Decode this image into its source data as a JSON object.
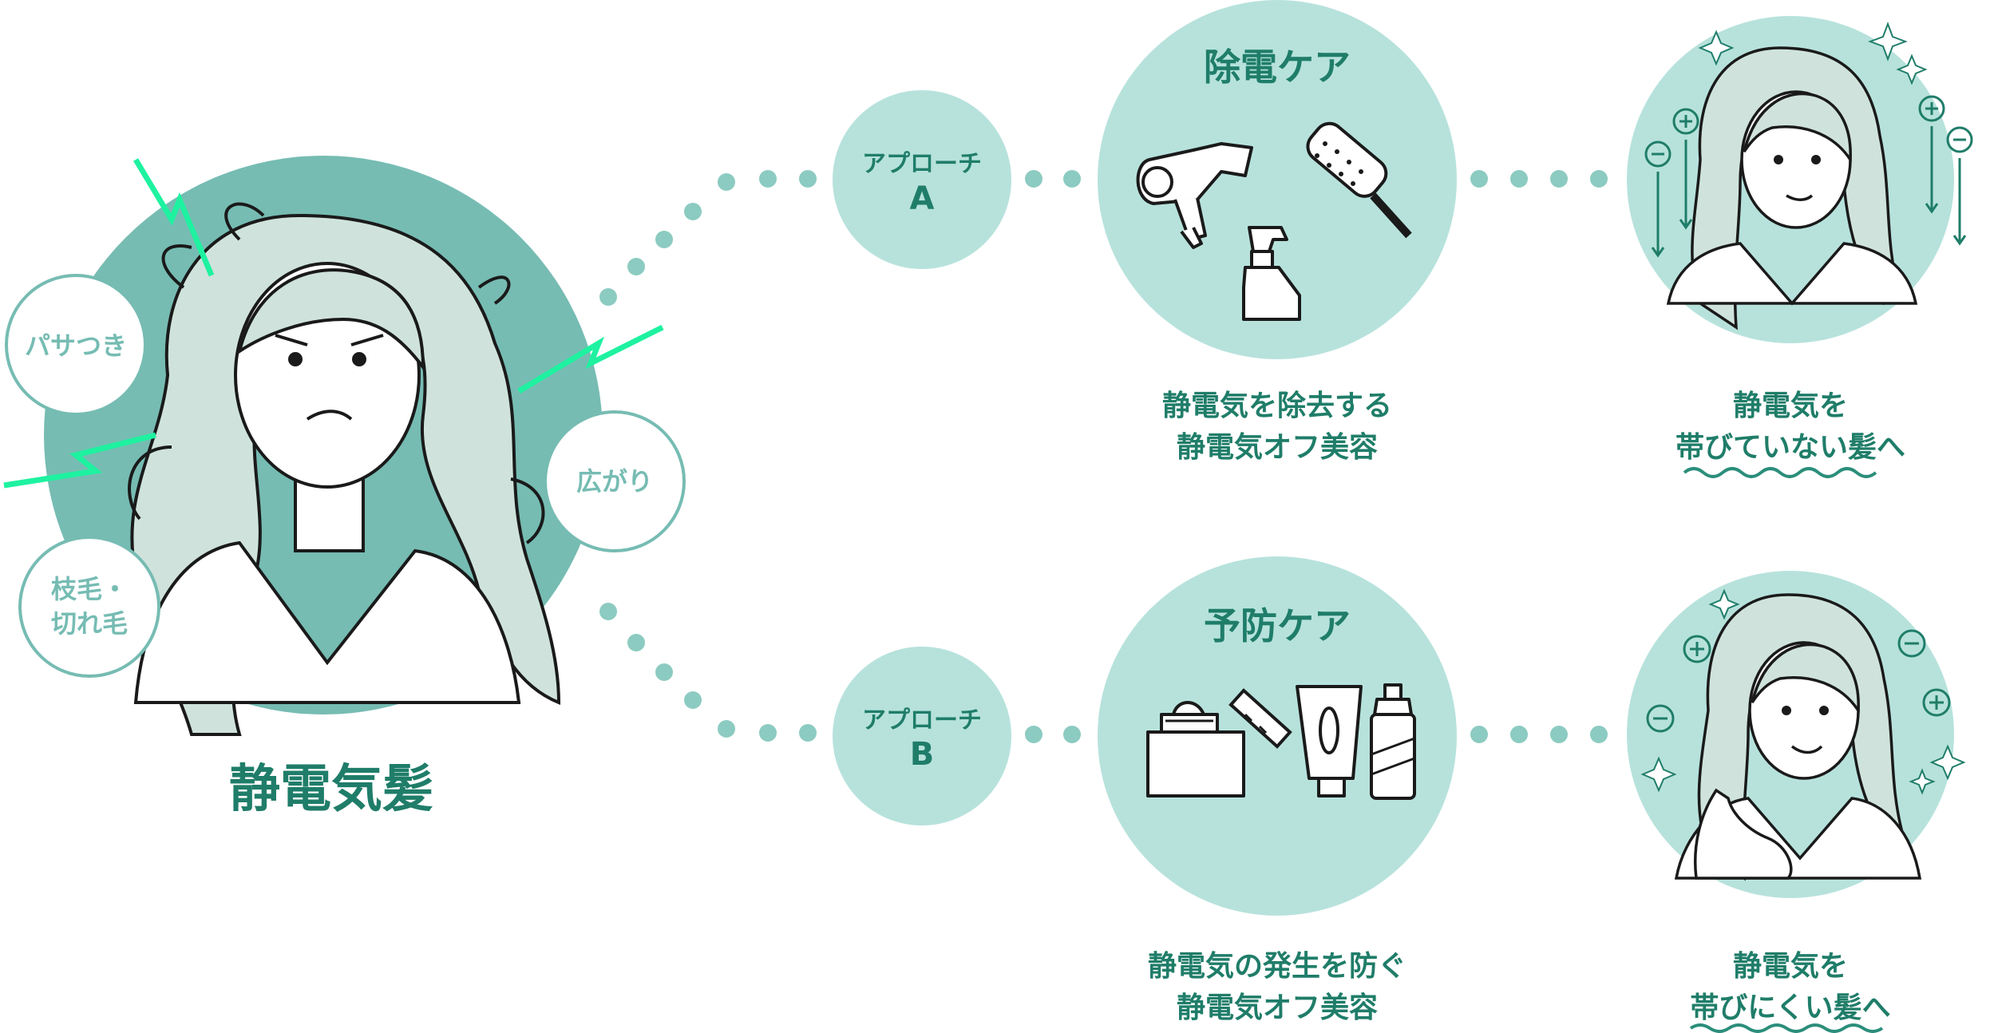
{
  "main": {
    "title": "静電気髪",
    "symptoms": [
      "パサつき",
      "広がり",
      "枝毛・",
      "切れ毛"
    ]
  },
  "approaches": [
    {
      "label": "アプローチ",
      "letter": "A",
      "care": "除電ケア",
      "desc": [
        "静電気を除去する",
        "静電気オフ美容"
      ],
      "result": [
        "静電気を",
        "帯びていない髪へ"
      ]
    },
    {
      "label": "アプローチ",
      "letter": "B",
      "care": "予防ケア",
      "desc": [
        "静電気の発生を防ぐ",
        "静電気オフ美容"
      ],
      "result": [
        "静電気を",
        "帯びにくい髪へ"
      ]
    }
  ],
  "icons": [
    "hair-dryer-icon",
    "round-brush-icon",
    "spray-bottle-icon",
    "cream-jar-icon",
    "spatula-icon",
    "tube-icon",
    "spray-can-icon",
    "plus-icon",
    "minus-icon",
    "sparkle-icon",
    "lightning-icon"
  ],
  "colors": {
    "accent_dark": "#1f7d69",
    "teal_circle": "#76bcb3",
    "mint_circle": "#b7e2dc",
    "dot": "#8ccbc1",
    "lightning": "#1ef2a0",
    "hair": "#cfe3dc",
    "wave": "#2b8e7b"
  }
}
